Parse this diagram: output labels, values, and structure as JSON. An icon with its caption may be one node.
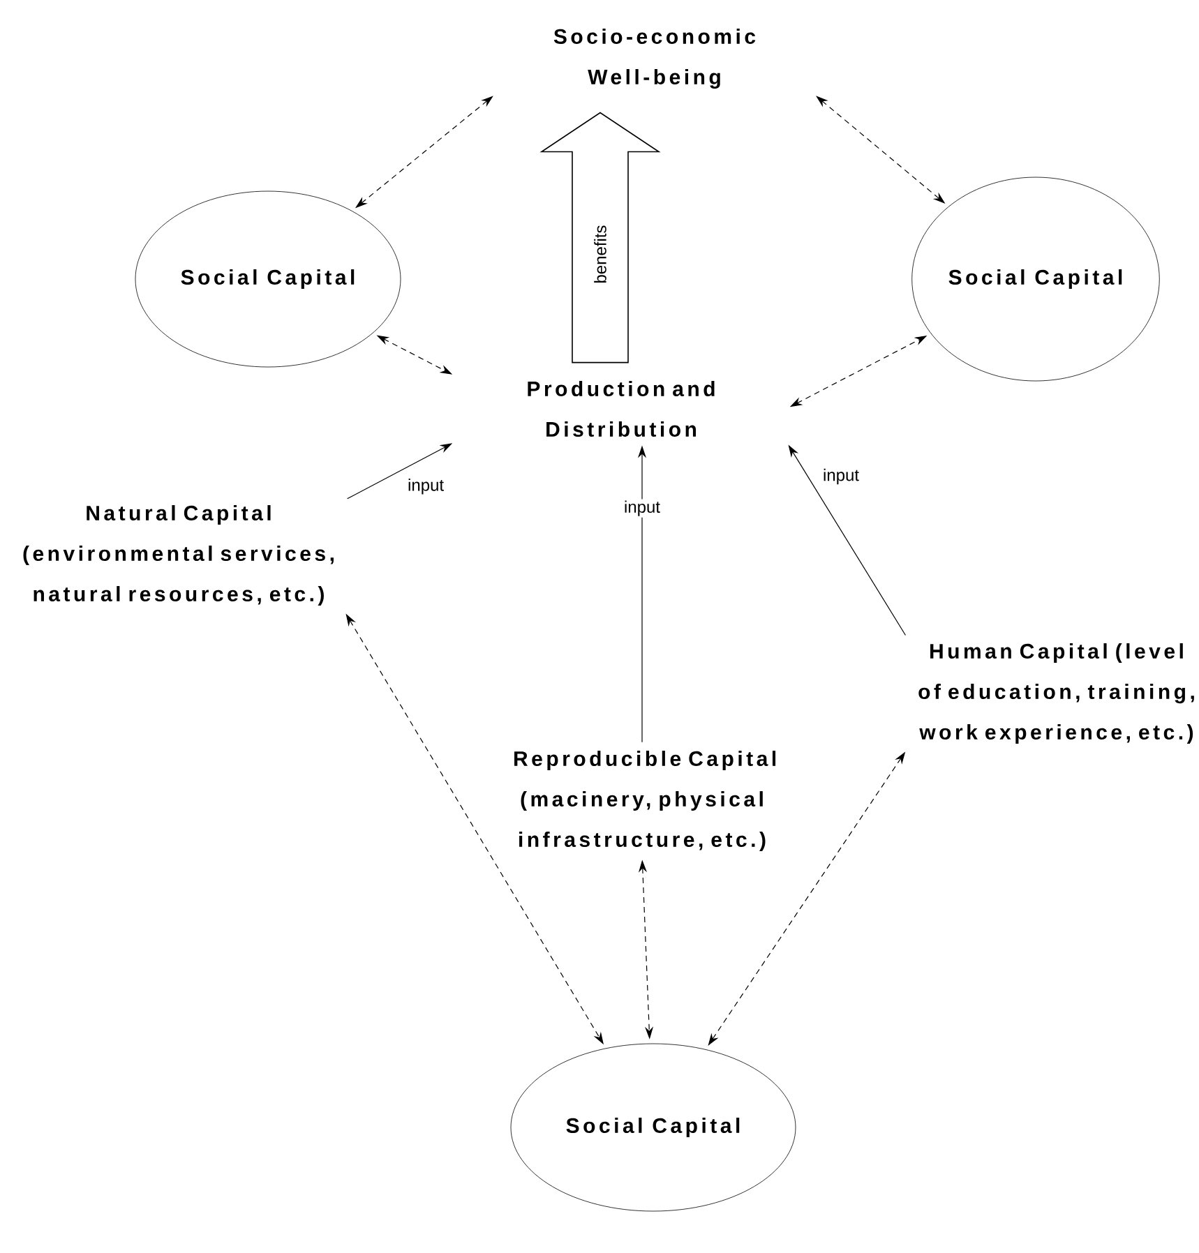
{
  "diagram": {
    "nodes": [
      {
        "text": [
          "Socio-economic Well-being"
        ]
      },
      {
        "text": [
          "Social Capital"
        ]
      },
      {
        "text": [
          "Social Capital"
        ]
      },
      {
        "text": [
          "Production and Distribution"
        ]
      },
      {
        "text": [
          "Natural Capital (environmental services, natural resources, etc.)"
        ]
      },
      {
        "text": [
          "Reproducible Capital (macinery, physical infrastructure, etc.)"
        ]
      },
      {
        "text": [
          "Human Capital (level of education, training, work experience, etc.)"
        ]
      },
      {
        "text": [
          "Social Capital"
        ]
      }
    ],
    "edges": [
      {
        "from": 0,
        "to": 1,
        "arrow": "both",
        "style": "dashed"
      },
      {
        "from": 0,
        "to": 2,
        "arrow": "both",
        "style": "dashed"
      },
      {
        "from": 1,
        "to": 3,
        "arrow": "both",
        "style": "dashed"
      },
      {
        "from": 3,
        "to": 2,
        "arrow": "both",
        "style": "dashed"
      },
      {
        "from": 4,
        "to": 3,
        "arrow": "to",
        "label": "input"
      },
      {
        "from": 5,
        "to": 3,
        "arrow": "to",
        "label": "input"
      },
      {
        "from": 6,
        "to": 3,
        "arrow": "to",
        "label": "input"
      },
      {
        "from": 4,
        "to": 7,
        "arrow": "both",
        "style": "dashed"
      },
      {
        "from": 5,
        "to": 7,
        "arrow": "both",
        "style": "dashed"
      },
      {
        "from": 6,
        "to": 7,
        "arrow": "both",
        "style": "dashed"
      },
      {
        "from": 3,
        "to": 0,
        "arrow": "to",
        "label": "benefits",
        "style": "thick"
      }
    ]
  }
}
